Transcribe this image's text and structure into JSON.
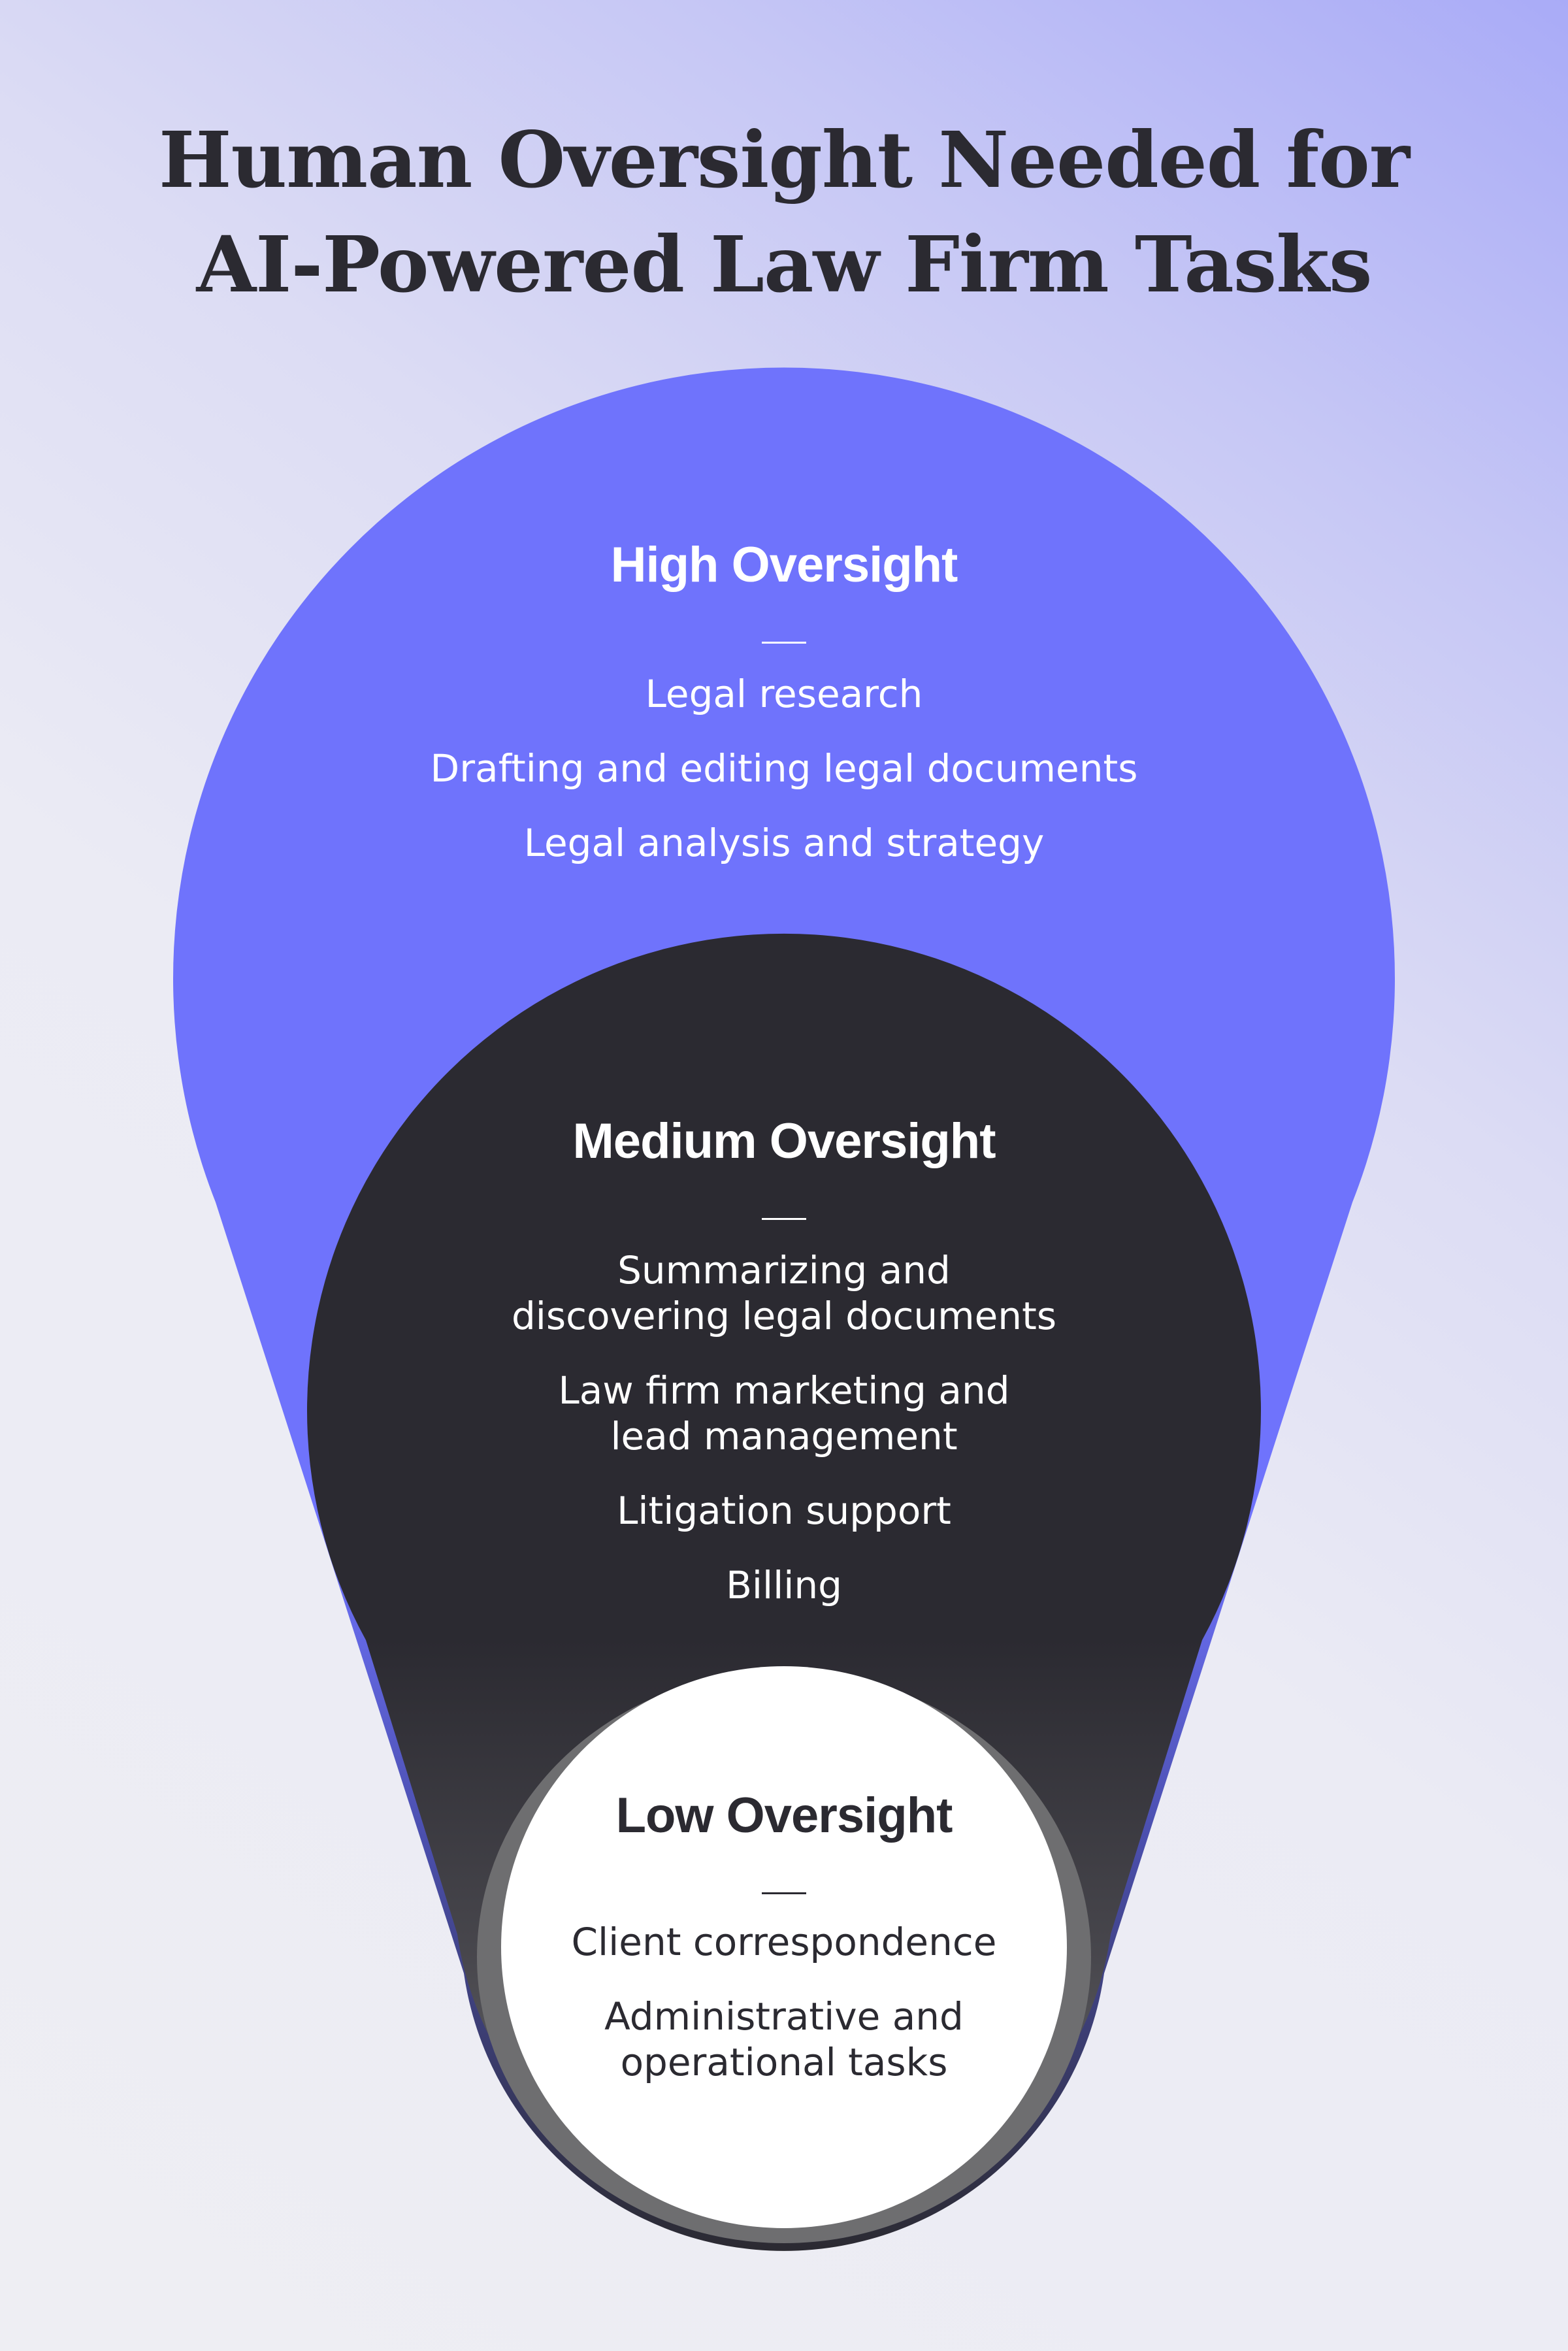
{
  "title": {
    "line1": "Human Oversight Needed for",
    "line2": "AI-Powered Law Firm Tasks"
  },
  "colors": {
    "high": "#6f73fc",
    "medium": "#2b2a31",
    "low": "#ffffff",
    "text_dark": "#2b2a31"
  },
  "tiers": {
    "high": {
      "heading": "High Oversight",
      "items": [
        "Legal research",
        "Drafting and editing legal documents",
        "Legal analysis and strategy"
      ]
    },
    "medium": {
      "heading": "Medium Oversight",
      "items": [
        "Summarizing and discovering legal documents",
        "Law firm marketing and lead management",
        "Litigation support",
        "Billing"
      ],
      "item_lines": [
        [
          "Summarizing and",
          "discovering legal documents"
        ],
        [
          "Law firm marketing and",
          "lead management"
        ],
        [
          "Litigation support"
        ],
        [
          "Billing"
        ]
      ]
    },
    "low": {
      "heading": "Low Oversight",
      "items": [
        "Client correspondence",
        "Administrative and operational tasks"
      ],
      "item_lines": [
        [
          "Client correspondence"
        ],
        [
          "Administrative and",
          "operational tasks"
        ]
      ]
    }
  }
}
